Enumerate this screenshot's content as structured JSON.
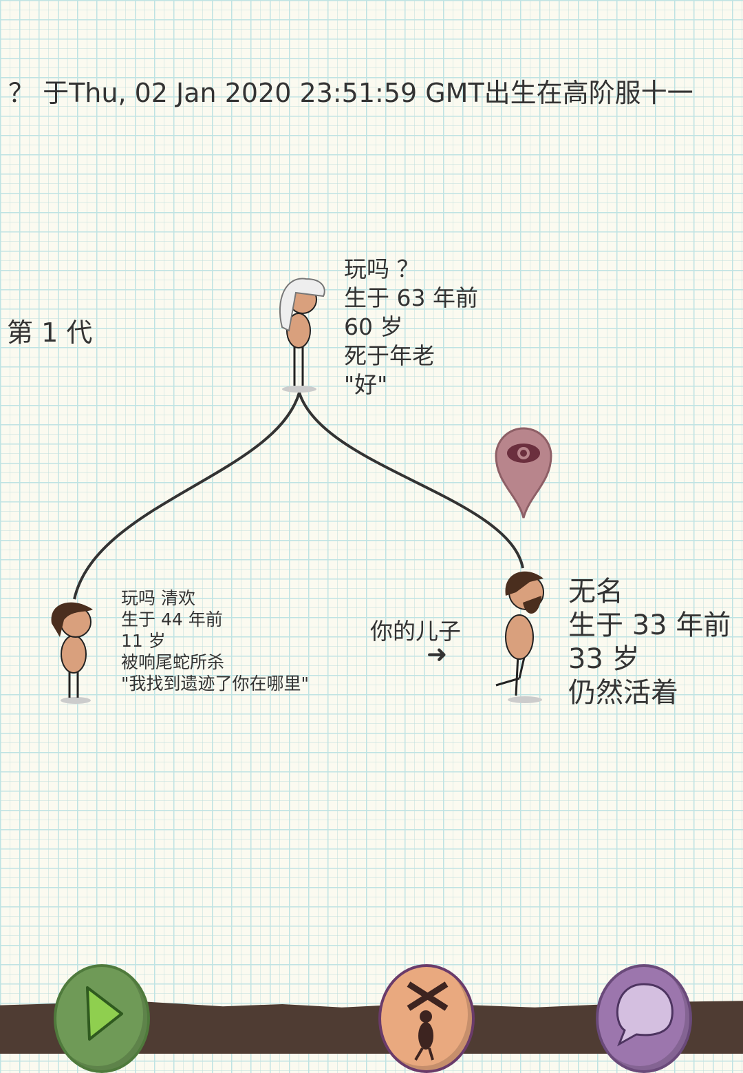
{
  "header": {
    "title": "？ 于Thu, 02 Jan 2020 23:51:59 GMT出生在高阶服十一"
  },
  "generation_label": "第 1 代",
  "parent": {
    "name": "玩吗 ？",
    "born": "生于 63 年前",
    "age": "60 岁",
    "death": "死于年老",
    "last_words": "\"好\""
  },
  "child1": {
    "name": "玩吗 清欢",
    "born": "生于 44 年前",
    "age": "11 岁",
    "death": "被响尾蛇所杀",
    "last_words": "\"我找到遗迹了你在哪里\""
  },
  "child2": {
    "name": "无名",
    "born": "生于 33 年前",
    "age": "33 岁",
    "status": "仍然活着",
    "relation": "你的儿子"
  },
  "icons": {
    "marker": "eye-marker-icon",
    "play": "play-icon",
    "puppet": "puppet-icon",
    "chat": "chat-bubble-icon"
  },
  "colors": {
    "play": "#6f9a57",
    "puppet": "#e9a97f",
    "chat": "#9c76ad",
    "marker": "#b8858c",
    "ground": "#4f3c33"
  }
}
